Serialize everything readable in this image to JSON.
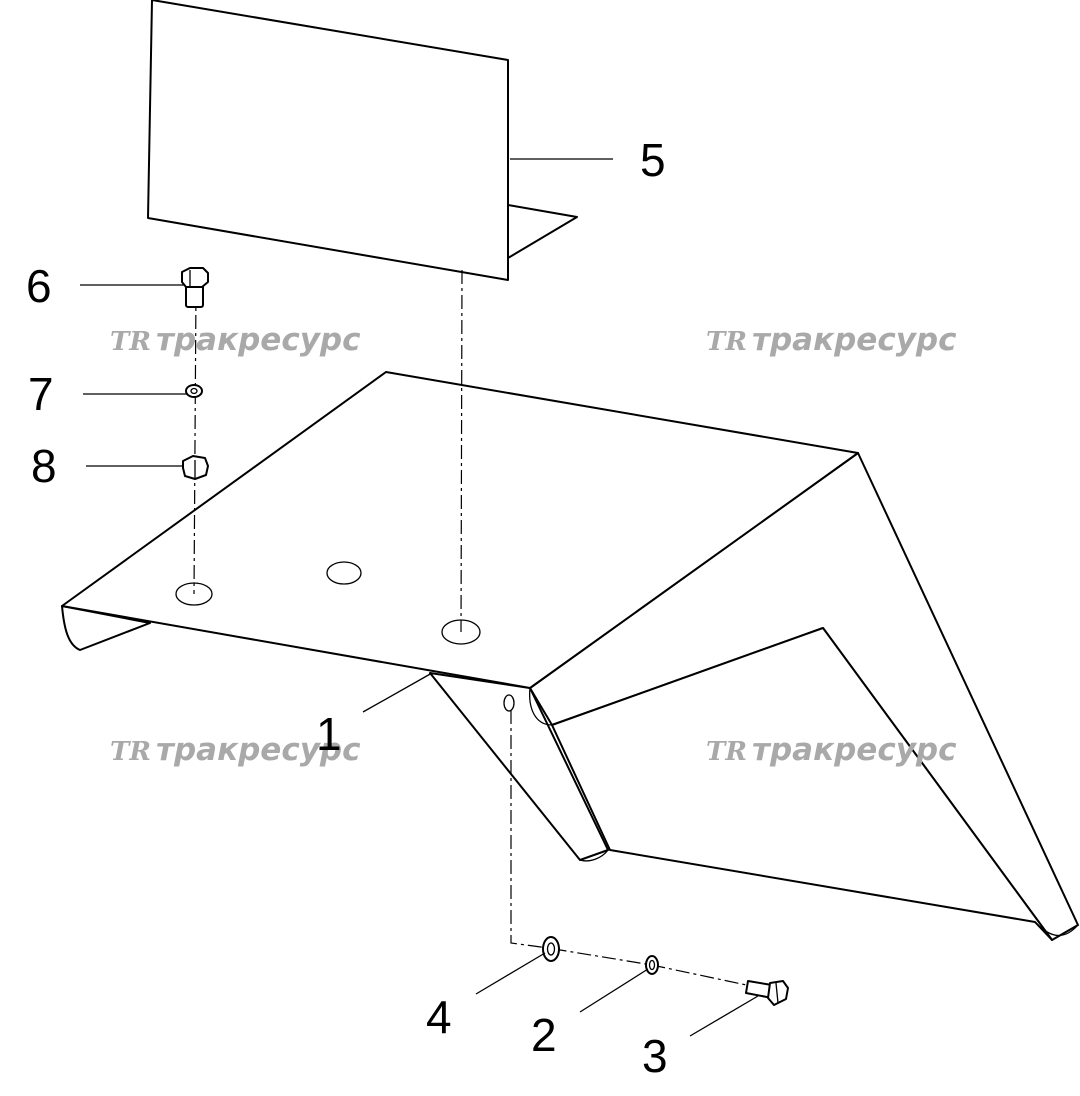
{
  "diagram": {
    "callouts": [
      {
        "id": "1",
        "label": "1"
      },
      {
        "id": "2",
        "label": "2"
      },
      {
        "id": "3",
        "label": "3"
      },
      {
        "id": "4",
        "label": "4"
      },
      {
        "id": "5",
        "label": "5"
      },
      {
        "id": "6",
        "label": "6"
      },
      {
        "id": "7",
        "label": "7"
      },
      {
        "id": "8",
        "label": "8"
      }
    ],
    "watermark": {
      "logo": "TR",
      "text": "тракресурс"
    }
  }
}
